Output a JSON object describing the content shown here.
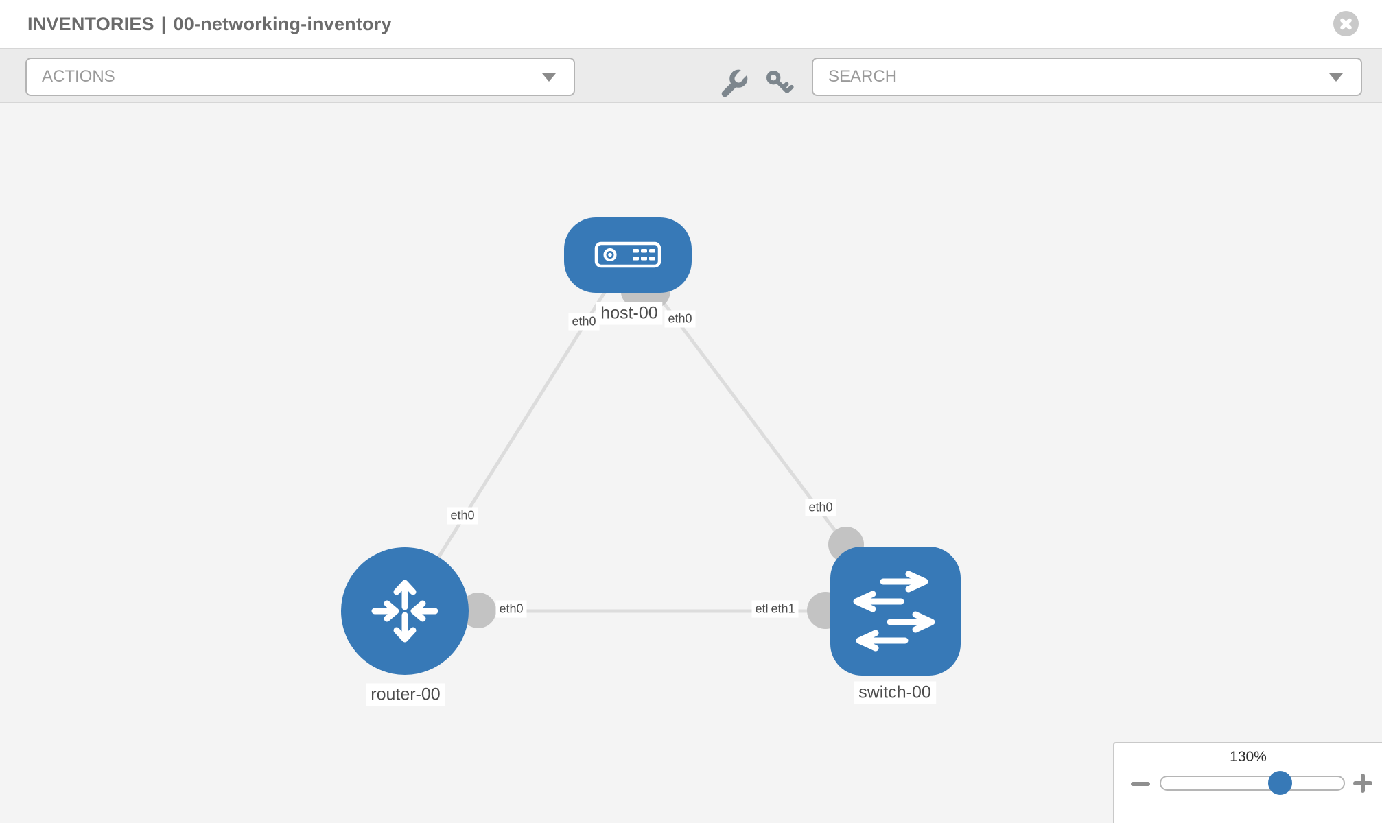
{
  "header": {
    "section": "INVENTORIES",
    "separator": "|",
    "inventory_name": "00-networking-inventory",
    "close_icon": "x-circle"
  },
  "toolbar": {
    "actions_dropdown": {
      "label": "ACTIONS",
      "icon": "caret-down"
    },
    "tool_icons": [
      "wrench",
      "key"
    ],
    "search_dropdown": {
      "label": "SEARCH",
      "icon": "caret-down"
    }
  },
  "canvas": {
    "topology": {
      "nodes": [
        {
          "id": "host-00",
          "label": "host-00",
          "type": "host",
          "icon": "host-icon"
        },
        {
          "id": "router-00",
          "label": "router-00",
          "type": "router",
          "icon": "router-icon"
        },
        {
          "id": "switch-00",
          "label": "switch-00",
          "type": "switch",
          "icon": "switch-icon"
        }
      ],
      "links": [
        {
          "source": "host-00",
          "source_interface": "eth0",
          "target": "router-00",
          "target_interface": "eth0"
        },
        {
          "source": "host-00",
          "source_interface": "eth0",
          "target": "switch-00",
          "target_interface": "eth0"
        },
        {
          "source": "router-00",
          "source_interface": "eth0",
          "target": "switch-00",
          "target_interface": "eth1",
          "target_interface_overlapped": "eth1"
        }
      ]
    },
    "zoom_control": {
      "level": "130%",
      "percent": 130
    }
  },
  "colors": {
    "node_fill": "#3779b7",
    "edge": "#dcdcdc",
    "interface_dot": "#c3c3c3",
    "canvas_background": "#f4f4f4",
    "toolbar_background": "#ebebeb",
    "slider_knob": "#3779b7"
  }
}
